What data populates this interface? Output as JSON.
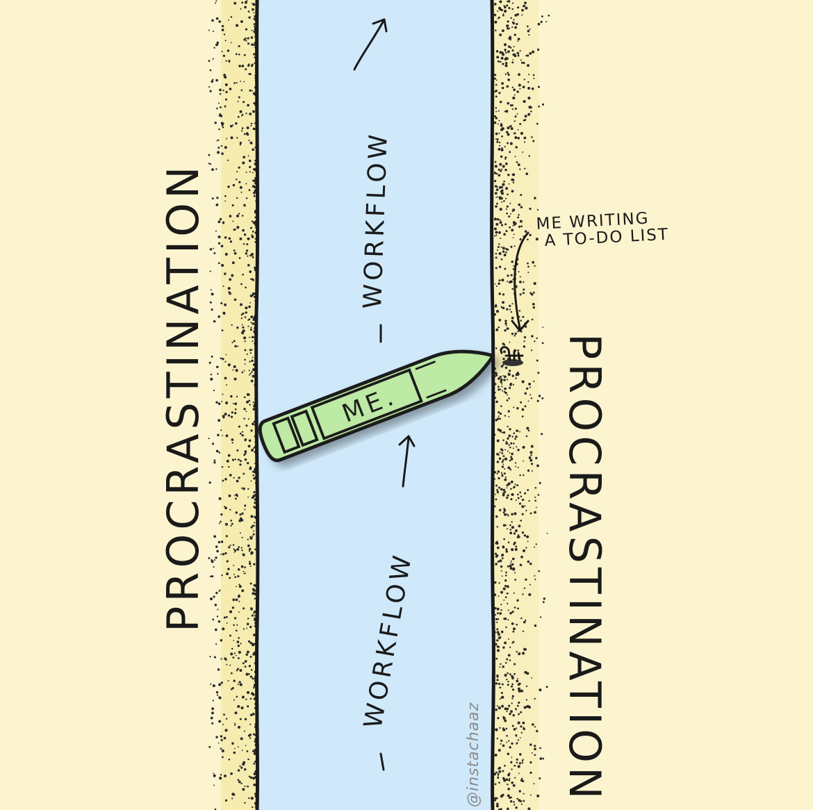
{
  "labels": {
    "left_bank": "PROCRASTINATION",
    "right_bank": "PROCRASTINATION",
    "flow_upper": "WORKFLOW",
    "flow_lower": "WORKFLOW",
    "boat": "ME.",
    "annotation_line1": "ME WRITING",
    "annotation_line2": "A TO-DO LIST",
    "signature": "@instachaaz"
  },
  "colors": {
    "background": "#fcf4cf",
    "river": "#cfe9fb",
    "sand": "#f6ecb0",
    "boat": "#bdeaa4"
  }
}
